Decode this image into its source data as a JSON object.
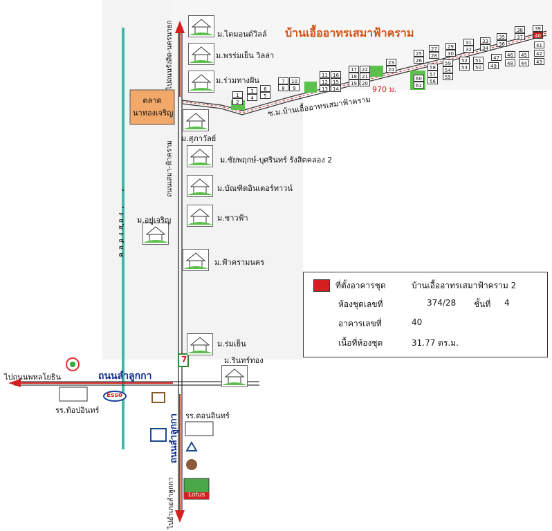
{
  "title": "บ้านเอื้ออาทรเสมาฟ้าคราม",
  "roads": {
    "north_to": "ไปถนนรังสิต-นครนายก",
    "road_main": "ถนนเสมา-ฟ้าคราม",
    "canal": "คลองสอง",
    "soi": "ซ.ม.บ้านเอื้ออาทรเสมาฟ้าคราม",
    "distance": "970 ม.",
    "lamlukka_h": "ถนนลำลูกกา",
    "lamlukka_v": "ถนนลำลูกกา",
    "west_to": "ไปถนนพหลโยธิน",
    "south_to": "ไปอำเภอลำลูกกา"
  },
  "places": {
    "market": "ตลาด\nนาทองเจริญ",
    "villages": [
      "ม.ไดมอนด์วิลล์",
      "ม.พรร่มเย็น วิลล่า",
      "ม.ร่วมทางฝัน",
      "ม.สุภาวัลย์",
      "ม.ชัยพฤกษ์-บุศรินทร์ รังสิตคลอง 2",
      "ม.บัณฑิตอินเตอร์ทาวน์",
      "ม.ชาวฟ้า",
      "ม.อยู่เจริญ",
      "ม.ฟ้าครามนคร",
      "ม.ร่มเย็น",
      "ม.รินทร์ทอง"
    ],
    "school_west": "รร.ท้อปอินทร์",
    "school_east": "รร.ดอนอินทร์",
    "esso": "Esso",
    "lotus": "Lotus",
    "seven": "7"
  },
  "lots": [
    "1",
    "2",
    "3",
    "4",
    "5",
    "6",
    "7",
    "8",
    "9",
    "10",
    "11",
    "12",
    "13",
    "14",
    "15",
    "16",
    "17",
    "18",
    "19",
    "20",
    "21",
    "22",
    "23",
    "24",
    "25",
    "26",
    "27",
    "28",
    "29",
    "30",
    "31",
    "32",
    "33",
    "34",
    "35",
    "36",
    "37",
    "38",
    "39",
    "40",
    "41",
    "42",
    "43",
    "44",
    "45",
    "46",
    "47",
    "48",
    "49",
    "50",
    "51",
    "52",
    "53",
    "54",
    "55",
    "56",
    "57",
    "58",
    "59",
    "60",
    "61"
  ],
  "legend": {
    "location_label": "ที่ตั้งอาคารชุด",
    "location_value": "บ้านเอื้ออาทรเสมาฟ้าคราม 2",
    "room_label": "ห้องชุดเลขที่",
    "room_value": "374/28",
    "floor_label": "ชั้นที่",
    "floor_value": "4",
    "building_label": "อาคารเลขที่",
    "building_value": "40",
    "area_label": "เนื้อที่ห้องชุด",
    "area_value": "31.77 ตร.ม."
  },
  "colors": {
    "canal": "#40b8a8",
    "market": "#f2a868",
    "road_arrow": "#d42020",
    "highlight": "#d42020",
    "lot_green": "#5cc04c",
    "title": "#d05010"
  }
}
